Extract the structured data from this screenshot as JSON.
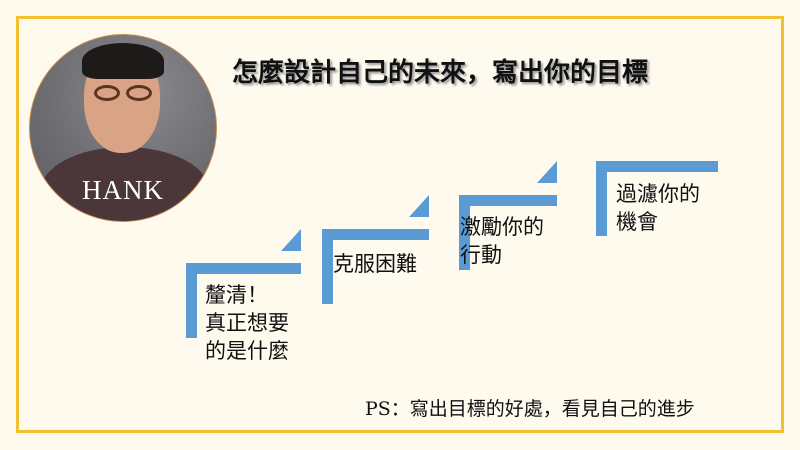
{
  "title": "怎麼設計自己的未來，寫出你的目標",
  "avatar": {
    "name": "HANK"
  },
  "steps": [
    {
      "label": "釐清！\n真正想要\n的是什麼"
    },
    {
      "label": "克服困難"
    },
    {
      "label": "激勵你的\n行動"
    },
    {
      "label": "過濾你的\n機會"
    }
  ],
  "footer_note": "PS：寫出目標的好處，看見自己的進步",
  "colors": {
    "border": "#f2c12e",
    "step": "#5b9bd5",
    "background": "#fffaee"
  }
}
